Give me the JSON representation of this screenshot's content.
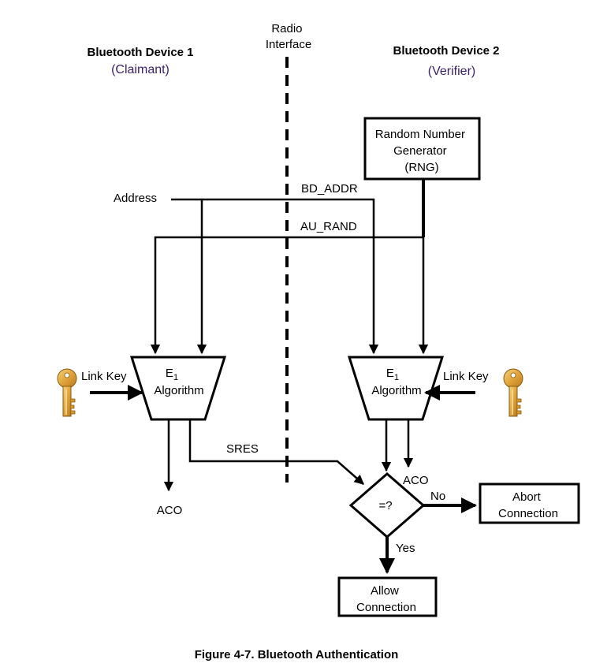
{
  "diagram": {
    "radio_interface": [
      "Radio",
      "Interface"
    ],
    "device1": {
      "title": "Bluetooth Device 1",
      "role": "(Claimant)"
    },
    "device2": {
      "title": "Bluetooth Device 2",
      "role": "(Verifier)"
    },
    "rng": [
      "Random Number",
      "Generator",
      "(RNG)"
    ],
    "labels": {
      "address": "Address",
      "bd_addr": "BD_ADDR",
      "au_rand": "AU_RAND",
      "link_key_left": "Link Key",
      "link_key_right": "Link Key",
      "sres": "SRES",
      "aco_left": "ACO",
      "aco_right": "ACO",
      "compare": "=?",
      "no": "No",
      "yes": "Yes"
    },
    "e1_left": {
      "name": "E",
      "sub": "1",
      "algo": "Algorithm"
    },
    "e1_right": {
      "name": "E",
      "sub": "1",
      "algo": "Algorithm"
    },
    "abort": [
      "Abort",
      "Connection"
    ],
    "allow": [
      "Allow",
      "Connection"
    ],
    "caption": "Figure 4-7.  Bluetooth Authentication"
  }
}
